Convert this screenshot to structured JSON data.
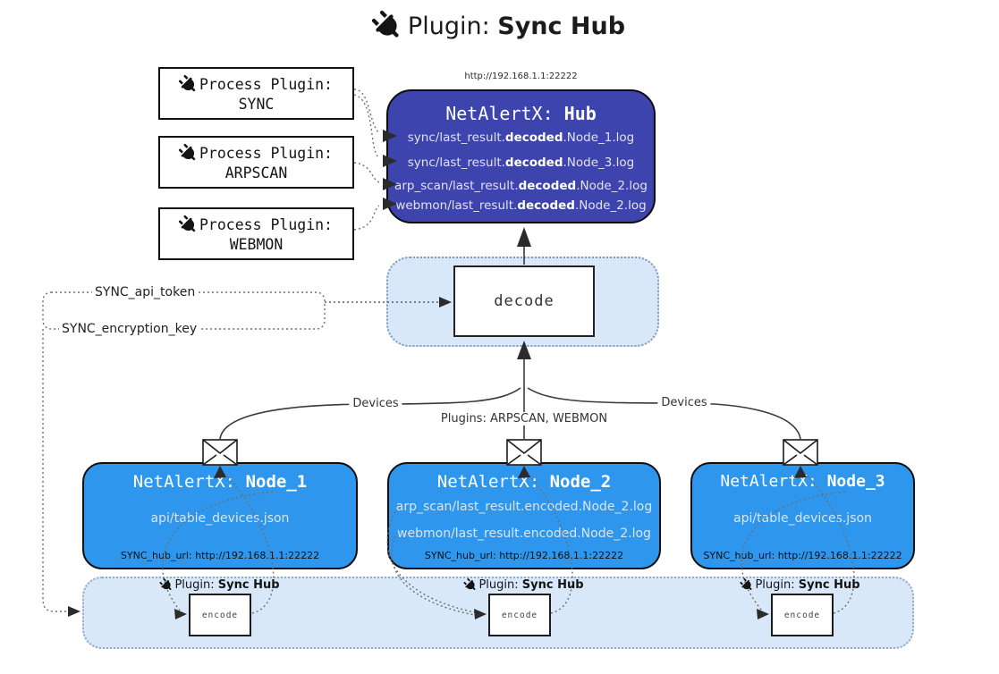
{
  "title": {
    "prefix": "Plugin: ",
    "name": "Sync Hub"
  },
  "hub": {
    "url": "http://192.168.1.1:22222",
    "title_prefix": "NetAlertX: ",
    "title_name": "Hub",
    "logs": [
      {
        "pre": "sync/last_result.",
        "bold": "decoded",
        "post": ".Node_1.log"
      },
      {
        "pre": "sync/last_result.",
        "bold": "decoded",
        "post": ".Node_3.log"
      },
      {
        "pre": "arp_scan/last_result.",
        "bold": "decoded",
        "post": ".Node_2.log"
      },
      {
        "pre": "webmon/last_result.",
        "bold": "decoded",
        "post": ".Node_2.log"
      }
    ]
  },
  "process_plugins": [
    {
      "label": "Process Plugin:",
      "name": "SYNC"
    },
    {
      "label": "Process Plugin:",
      "name": "ARPSCAN"
    },
    {
      "label": "Process Plugin:",
      "name": "WEBMON"
    }
  ],
  "settings": {
    "api_token": "SYNC_api_token",
    "encryption_key": "SYNC_encryption_key"
  },
  "decode_label": "decode",
  "encode_label": "encode",
  "edges": {
    "devices_left": "Devices",
    "plugins_center": "Plugins: ARPSCAN, WEBMON",
    "devices_right": "Devices"
  },
  "nodes": [
    {
      "title_prefix": "NetAlertX: ",
      "title_name": "Node_1",
      "files": [
        "api/table_devices.json"
      ],
      "hub_url": "SYNC_hub_url: http://192.168.1.1:22222"
    },
    {
      "title_prefix": "NetAlertX: ",
      "title_name": "Node_2",
      "files": [
        "arp_scan/last_result.encoded.Node_2.log",
        "webmon/last_result.encoded.Node_2.log"
      ],
      "hub_url": "SYNC_hub_url: http://192.168.1.1:22222"
    },
    {
      "title_prefix": "NetAlertX: ",
      "title_name": "Node_3",
      "files": [
        "api/table_devices.json"
      ],
      "hub_url": "SYNC_hub_url: http://192.168.1.1:22222"
    }
  ],
  "bottom": {
    "plugin_prefix": "Plugin: ",
    "plugin_name": "Sync Hub"
  },
  "colors": {
    "hub": "#3D44AD",
    "node": "#2E96EC",
    "panel": "#D9E8F9"
  }
}
